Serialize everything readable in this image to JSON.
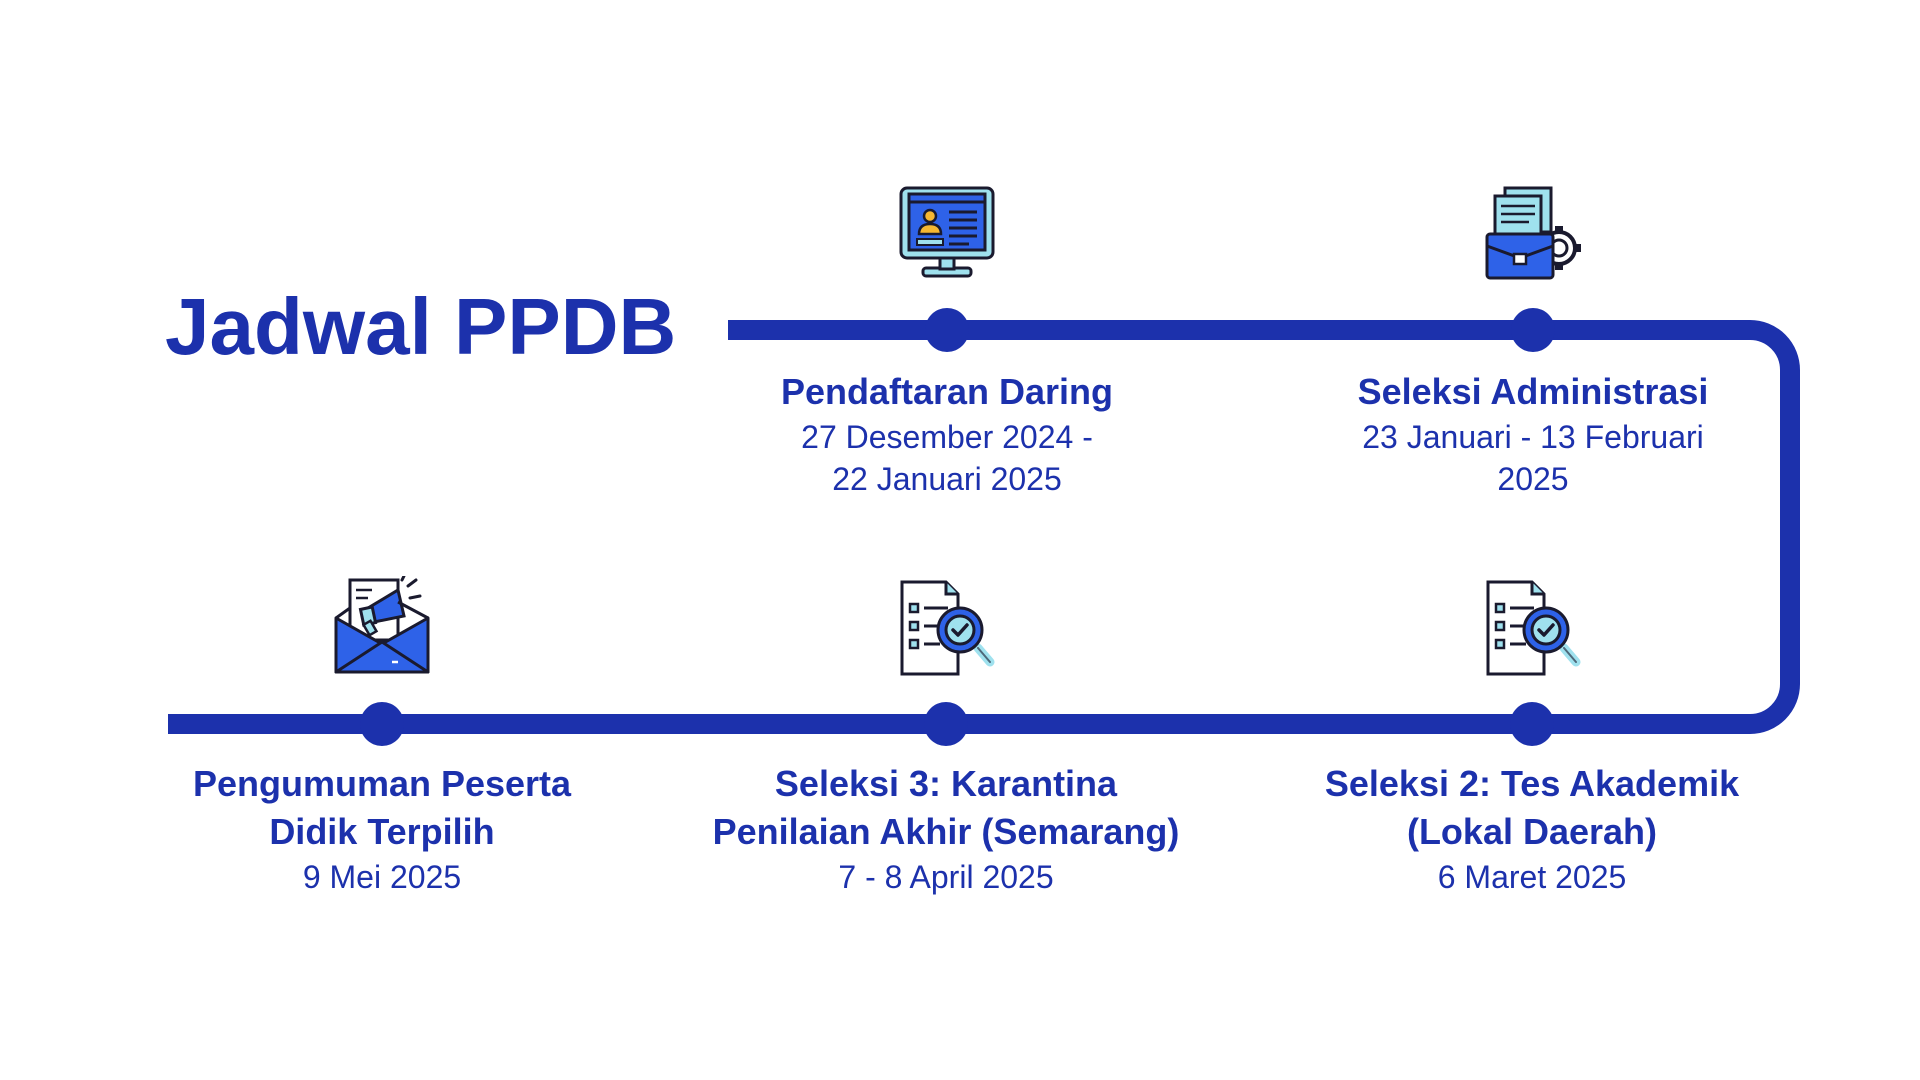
{
  "title": "Jadwal PPDB",
  "colors": {
    "primary": "#1c31ac",
    "icon_blue": "#2e62e8",
    "icon_light": "#9fe1ee",
    "icon_dark": "#1a1a2e",
    "icon_yellow": "#f7b731"
  },
  "events": [
    {
      "title_lines": [
        "Pendaftaran Daring"
      ],
      "date_lines": [
        "27 Desember 2024 -",
        "22 Januari 2025"
      ],
      "icon": "computer-profile-icon"
    },
    {
      "title_lines": [
        "Seleksi Administrasi"
      ],
      "date_lines": [
        "23 Januari - 13 Februari",
        "2025"
      ],
      "icon": "briefcase-documents-icon"
    },
    {
      "title_lines": [
        "Seleksi 2: Tes Akademik",
        "(Lokal Daerah)"
      ],
      "date_lines": [
        "6 Maret 2025"
      ],
      "icon": "document-check-search-icon"
    },
    {
      "title_lines": [
        "Seleksi 3: Karantina",
        "Penilaian Akhir (Semarang)"
      ],
      "date_lines": [
        "7 - 8 April 2025"
      ],
      "icon": "document-check-search-icon"
    },
    {
      "title_lines": [
        "Pengumuman Peserta",
        "Didik Terpilih"
      ],
      "date_lines": [
        "9 Mei 2025"
      ],
      "icon": "announcement-envelope-icon"
    }
  ]
}
